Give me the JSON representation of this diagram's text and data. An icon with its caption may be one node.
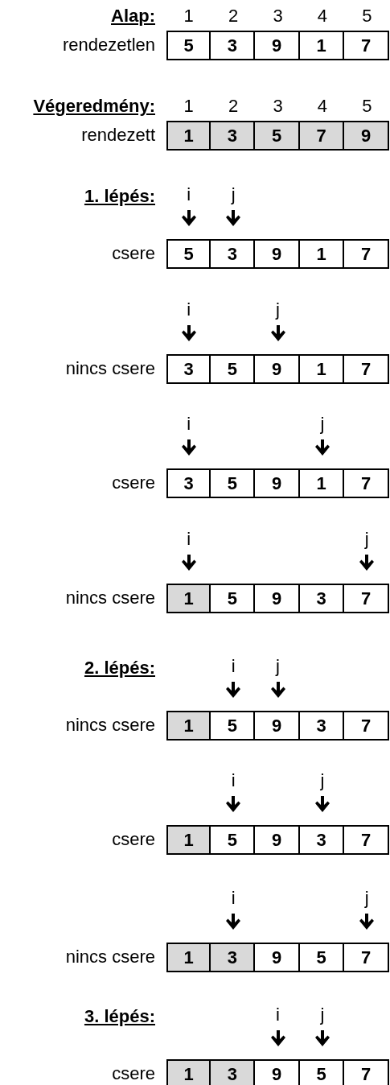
{
  "diagram": {
    "nodes": [
      {
        "text": [
          "5"
        ]
      },
      {
        "text": [
          "3"
        ]
      },
      {
        "text": [
          "9"
        ]
      },
      {
        "text": [
          "1"
        ]
      },
      {
        "text": [
          "7"
        ]
      },
      {
        "text": [
          "1"
        ]
      },
      {
        "text": [
          "3"
        ]
      },
      {
        "text": [
          "5"
        ]
      },
      {
        "text": [
          "7"
        ]
      },
      {
        "text": [
          "9"
        ]
      },
      {
        "text": [
          "5"
        ]
      },
      {
        "text": [
          "3"
        ]
      },
      {
        "text": [
          "9"
        ]
      },
      {
        "text": [
          "1"
        ]
      },
      {
        "text": [
          "7"
        ]
      },
      {
        "text": [
          "3"
        ]
      },
      {
        "text": [
          "5"
        ]
      },
      {
        "text": [
          "9"
        ]
      },
      {
        "text": [
          "1"
        ]
      },
      {
        "text": [
          "7"
        ]
      },
      {
        "text": [
          "3"
        ]
      },
      {
        "text": [
          "5"
        ]
      },
      {
        "text": [
          "9"
        ]
      },
      {
        "text": [
          "1"
        ]
      },
      {
        "text": [
          "7"
        ]
      },
      {
        "text": [
          "1"
        ]
      },
      {
        "text": [
          "5"
        ]
      },
      {
        "text": [
          "9"
        ]
      },
      {
        "text": [
          "3"
        ]
      },
      {
        "text": [
          "7"
        ]
      },
      {
        "text": [
          "1"
        ]
      },
      {
        "text": [
          "5"
        ]
      },
      {
        "text": [
          "9"
        ]
      },
      {
        "text": [
          "3"
        ]
      },
      {
        "text": [
          "7"
        ]
      },
      {
        "text": [
          "1"
        ]
      },
      {
        "text": [
          "5"
        ]
      },
      {
        "text": [
          "9"
        ]
      },
      {
        "text": [
          "3"
        ]
      },
      {
        "text": [
          "7"
        ]
      },
      {
        "text": [
          "1"
        ]
      },
      {
        "text": [
          "3"
        ]
      },
      {
        "text": [
          "9"
        ]
      },
      {
        "text": [
          "5"
        ]
      },
      {
        "text": [
          "7"
        ]
      },
      {
        "text": [
          "1"
        ]
      },
      {
        "text": [
          "3"
        ]
      },
      {
        "text": [
          "9"
        ]
      },
      {
        "text": [
          "5"
        ]
      },
      {
        "text": [
          "7"
        ]
      }
    ],
    "labels": [
      "Alap:",
      "1",
      "2",
      "3",
      "4",
      "5",
      "rendezetlen",
      "Végeredmény:",
      "1",
      "2",
      "3",
      "4",
      "5",
      "rendezett",
      "1. lépés:",
      "i",
      "j",
      "csere",
      "i",
      "j",
      "nincs csere",
      "i",
      "j",
      "csere",
      "i",
      "j",
      "nincs csere",
      "2. lépés:",
      "i",
      "j",
      "nincs csere",
      "i",
      "j",
      "csere",
      "i",
      "j",
      "nincs csere",
      "3. lépés:",
      "i",
      "j",
      "csere"
    ]
  }
}
